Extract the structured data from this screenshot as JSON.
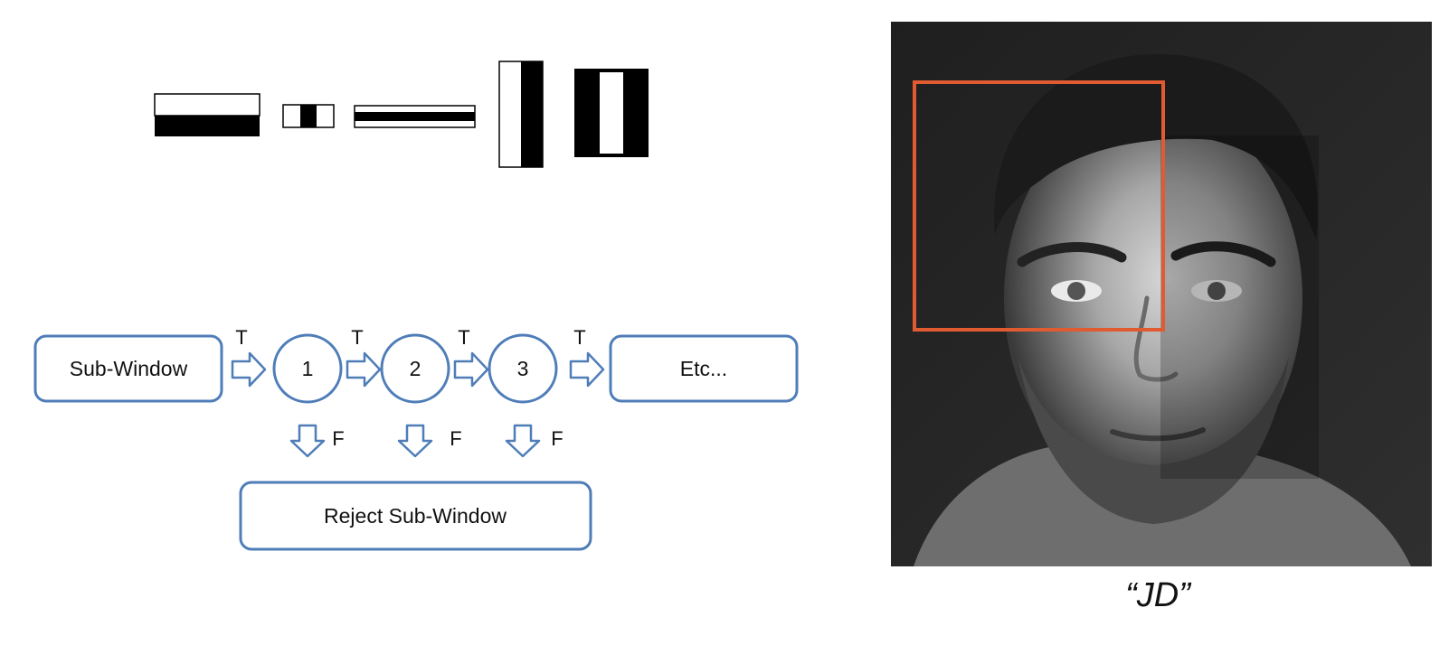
{
  "colors": {
    "flow_stroke": "#4f7db8",
    "arrow_fill": "#ffffff",
    "detection_box": "#e05a32",
    "haar_dark": "#000000",
    "haar_light": "#ffffff"
  },
  "haar_features": [
    {
      "name": "two-rect-horizontal"
    },
    {
      "name": "three-rect-horizontal-small"
    },
    {
      "name": "line-feature-horizontal"
    },
    {
      "name": "two-rect-vertical"
    },
    {
      "name": "three-rect-vertical"
    }
  ],
  "cascade": {
    "start_label": "Sub-Window",
    "stages": [
      "1",
      "2",
      "3"
    ],
    "end_label": "Etc...",
    "true_label": "T",
    "false_label": "F",
    "reject_label": "Reject Sub-Window"
  },
  "photo": {
    "caption": "“JD”",
    "subject": "grayscale face portrait with detection window"
  }
}
